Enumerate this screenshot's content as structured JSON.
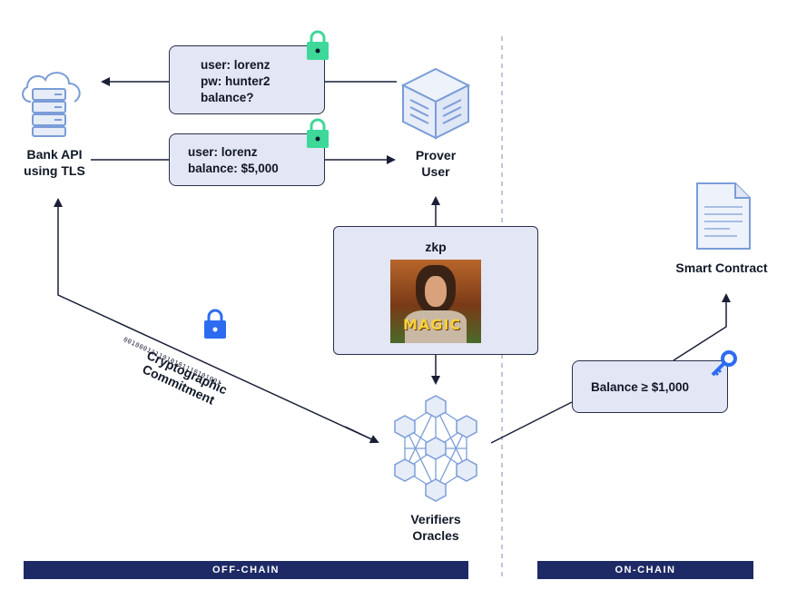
{
  "bank": {
    "line1": "Bank API",
    "line2": "using TLS"
  },
  "prover": {
    "line1": "Prover",
    "line2": "User"
  },
  "verifiers": {
    "line1": "Verifiers",
    "line2": "Oracles"
  },
  "contract": {
    "label": "Smart Contract"
  },
  "request_box": {
    "line1": "user: lorenz",
    "line2": "pw: hunter2",
    "line3": "balance?"
  },
  "response_box": {
    "line1": "user: lorenz",
    "line2": "balance: $5,000"
  },
  "zkp": {
    "title": "zkp",
    "image_text": "MAGIC"
  },
  "commitment": {
    "line1": "Cryptographic",
    "line2": "Commitment",
    "bits": "0010001111010101110101001"
  },
  "balance_box": {
    "label": "Balance ≥ $1,000"
  },
  "banners": {
    "off_chain": "OFF-CHAIN",
    "on_chain": "ON-CHAIN"
  },
  "colors": {
    "lock": "#3dd89a",
    "lock_blue": "#2d6cf0",
    "box_fill": "#e3e6f4",
    "banner": "#1e2a66",
    "icon_fill": "#e6ecf8",
    "icon_stroke": "#7a9dd8"
  },
  "icons": [
    "cloud-server-icon",
    "cube-icon",
    "lock-icon",
    "key-icon",
    "document-icon",
    "network-icon"
  ]
}
